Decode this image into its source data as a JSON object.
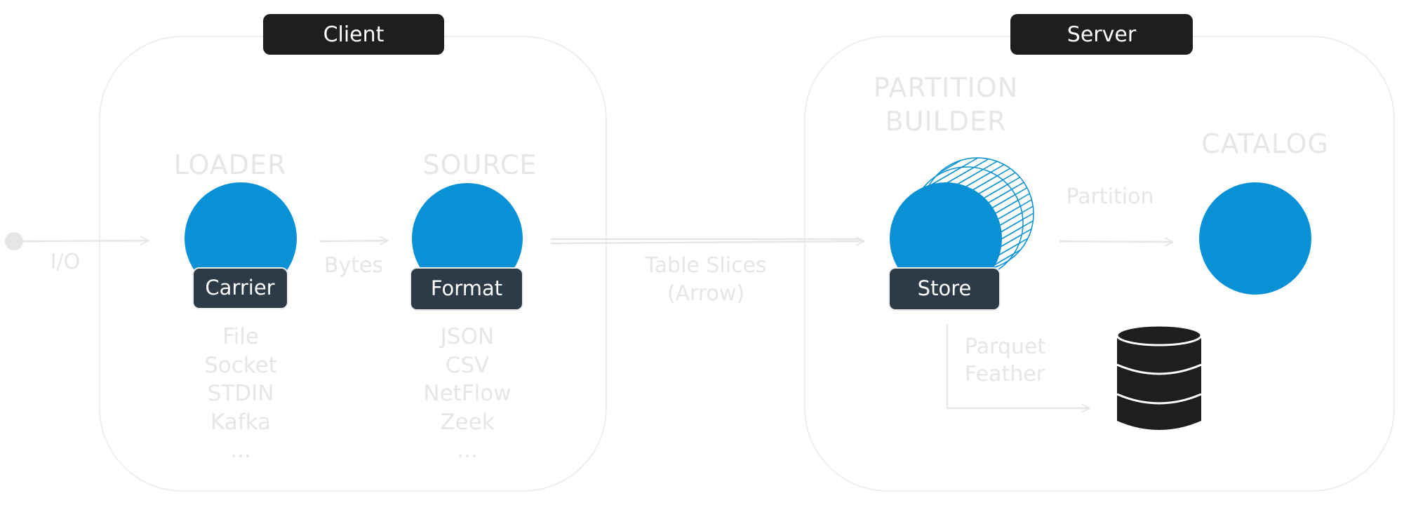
{
  "colors": {
    "node_blue": "#0891d5",
    "badge_dark": "#2d3a48",
    "header_black": "#1e1e1e",
    "faint_gray": "#e6e6e6",
    "db_black": "#1e1e1e"
  },
  "client": {
    "header": "Client",
    "loader": {
      "title": "LOADER",
      "badge": "Carrier",
      "items": [
        "File",
        "Socket",
        "STDIN",
        "Kafka",
        "..."
      ]
    },
    "source": {
      "title": "SOURCE",
      "badge": "Format",
      "items": [
        "JSON",
        "CSV",
        "NetFlow",
        "Zeek",
        "..."
      ]
    }
  },
  "server": {
    "header": "Server",
    "partition_builder": {
      "title_line1": "PARTITION",
      "title_line2": "BUILDER",
      "badge": "Store"
    },
    "catalog": {
      "title": "CATALOG"
    },
    "database": {
      "icon": "database-icon"
    }
  },
  "edges": {
    "io": "I/O",
    "bytes": "Bytes",
    "table_slices_line1": "Table Slices",
    "table_slices_line2": "(Arrow)",
    "partition": "Partition",
    "parquet": "Parquet",
    "feather": "Feather"
  }
}
